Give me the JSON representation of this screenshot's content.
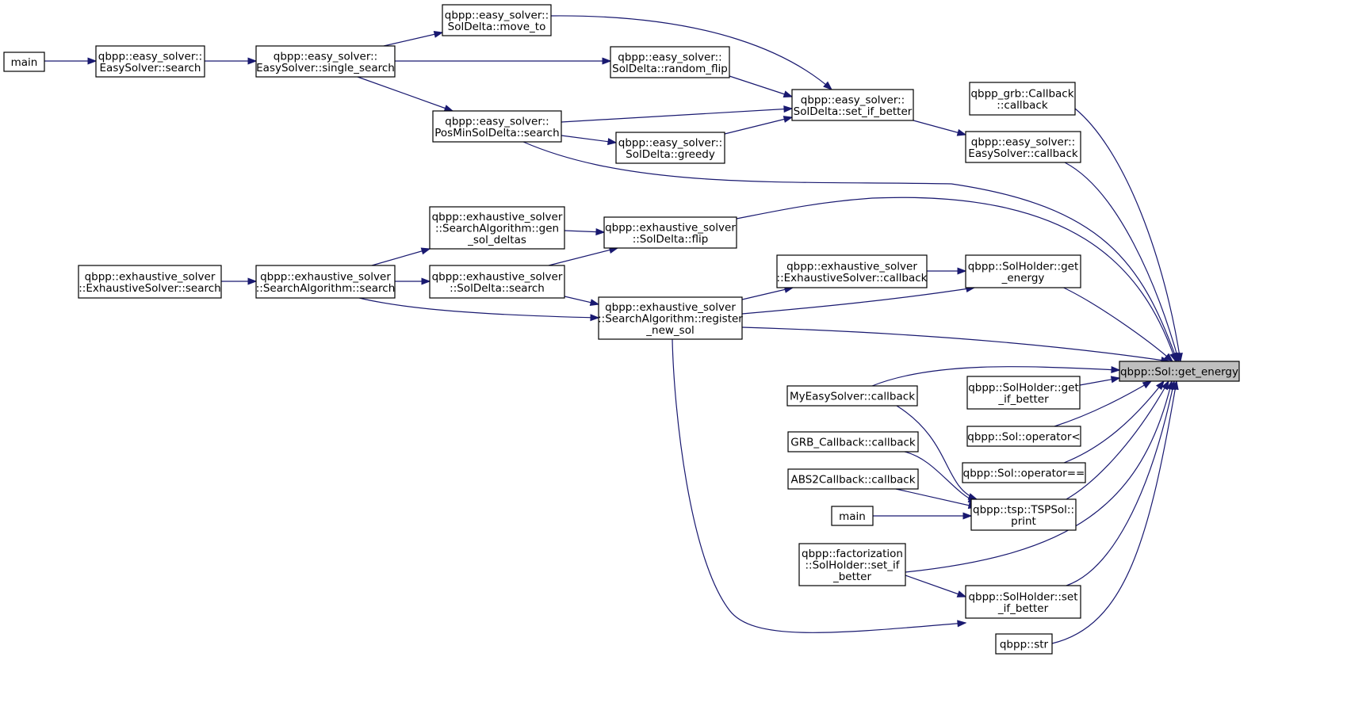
{
  "colors": {
    "edge": "#191970",
    "node_border": "#000000",
    "focus_fill": "#bfbfbf",
    "background": "#ffffff"
  },
  "nodes": {
    "main_top": {
      "lines": [
        "main"
      ]
    },
    "es_search": {
      "lines": [
        "qbpp::easy_solver::",
        "EasySolver::search"
      ]
    },
    "es_single": {
      "lines": [
        "qbpp::easy_solver::",
        "EasySolver::single_search"
      ]
    },
    "sd_move_to": {
      "lines": [
        "qbpp::easy_solver::",
        "SolDelta::move_to"
      ]
    },
    "sd_random_flip": {
      "lines": [
        "qbpp::easy_solver::",
        "SolDelta::random_flip"
      ]
    },
    "pmsd_search": {
      "lines": [
        "qbpp::easy_solver::",
        "PosMinSolDelta::search"
      ]
    },
    "sd_greedy": {
      "lines": [
        "qbpp::easy_solver::",
        "SolDelta::greedy"
      ]
    },
    "sd_set_if_better": {
      "lines": [
        "qbpp::easy_solver::",
        "SolDelta::set_if_better"
      ]
    },
    "grb_cb_callback": {
      "lines": [
        "qbpp_grb::Callback",
        "::callback"
      ]
    },
    "es_callback": {
      "lines": [
        "qbpp::easy_solver::",
        "EasySolver::callback"
      ]
    },
    "ex_solver_search": {
      "lines": [
        "qbpp::exhaustive_solver",
        "::ExhaustiveSolver::search"
      ]
    },
    "sa_search": {
      "lines": [
        "qbpp::exhaustive_solver",
        "::SearchAlgorithm::search"
      ]
    },
    "sa_gen": {
      "lines": [
        "qbpp::exhaustive_solver",
        "::SearchAlgorithm::gen",
        "_sol_deltas"
      ]
    },
    "ex_sd_search": {
      "lines": [
        "qbpp::exhaustive_solver",
        "::SolDelta::search"
      ]
    },
    "ex_sd_flip": {
      "lines": [
        "qbpp::exhaustive_solver",
        "::SolDelta::flip"
      ]
    },
    "sa_register": {
      "lines": [
        "qbpp::exhaustive_solver",
        "::SearchAlgorithm::register",
        "_new_sol"
      ]
    },
    "ex_callback": {
      "lines": [
        "qbpp::exhaustive_solver",
        "::ExhaustiveSolver::callback"
      ]
    },
    "sh_get_energy": {
      "lines": [
        "qbpp::SolHolder::get",
        "_energy"
      ]
    },
    "sol_get_energy": {
      "lines": [
        "qbpp::Sol::get_energy"
      ]
    },
    "my_es_callback": {
      "lines": [
        "MyEasySolver::callback"
      ]
    },
    "sh_get_if_better": {
      "lines": [
        "qbpp::SolHolder::get",
        "_if_better"
      ]
    },
    "sol_lt": {
      "lines": [
        "qbpp::Sol::operator<"
      ]
    },
    "grb_callback": {
      "lines": [
        "GRB_Callback::callback"
      ]
    },
    "sol_eq": {
      "lines": [
        "qbpp::Sol::operator=="
      ]
    },
    "abs2_callback": {
      "lines": [
        "ABS2Callback::callback"
      ]
    },
    "main_bottom": {
      "lines": [
        "main"
      ]
    },
    "tsp_print": {
      "lines": [
        "qbpp::tsp::TSPSol::",
        "print"
      ]
    },
    "fact_set_if_better": {
      "lines": [
        "qbpp::factorization",
        "::SolHolder::set_if",
        "_better"
      ]
    },
    "sh_set_if_better": {
      "lines": [
        "qbpp::SolHolder::set",
        "_if_better"
      ]
    },
    "str": {
      "lines": [
        "qbpp::str"
      ]
    }
  },
  "edges": [
    {
      "from": "es_search",
      "to": "main_top"
    },
    {
      "from": "es_single",
      "to": "es_search"
    },
    {
      "from": "sd_move_to",
      "to": "es_single"
    },
    {
      "from": "sd_random_flip",
      "to": "es_single"
    },
    {
      "from": "pmsd_search",
      "to": "es_single"
    },
    {
      "from": "sd_set_if_better",
      "to": "sd_move_to"
    },
    {
      "from": "sd_set_if_better",
      "to": "sd_random_flip"
    },
    {
      "from": "sd_set_if_better",
      "to": "pmsd_search"
    },
    {
      "from": "sd_set_if_better",
      "to": "sd_greedy"
    },
    {
      "from": "sd_greedy",
      "to": "pmsd_search"
    },
    {
      "from": "es_callback",
      "to": "sd_set_if_better"
    },
    {
      "from": "sa_search",
      "to": "ex_solver_search"
    },
    {
      "from": "sa_gen",
      "to": "sa_search"
    },
    {
      "from": "ex_sd_search",
      "to": "sa_search"
    },
    {
      "from": "ex_sd_flip",
      "to": "sa_gen"
    },
    {
      "from": "ex_sd_flip",
      "to": "ex_sd_search"
    },
    {
      "from": "sa_register",
      "to": "ex_sd_search"
    },
    {
      "from": "sa_register",
      "to": "sa_search"
    },
    {
      "from": "ex_callback",
      "to": "sa_register"
    },
    {
      "from": "sh_get_energy",
      "to": "ex_callback"
    },
    {
      "from": "sh_get_energy",
      "to": "sa_register"
    },
    {
      "from": "tsp_print",
      "to": "my_es_callback"
    },
    {
      "from": "tsp_print",
      "to": "grb_callback"
    },
    {
      "from": "tsp_print",
      "to": "abs2_callback"
    },
    {
      "from": "tsp_print",
      "to": "main_bottom"
    },
    {
      "from": "sh_set_if_better",
      "to": "fact_set_if_better"
    },
    {
      "from": "sh_set_if_better",
      "to": "sa_register"
    },
    {
      "from": "sol_get_energy",
      "to": "grb_cb_callback"
    },
    {
      "from": "sol_get_energy",
      "to": "es_callback"
    },
    {
      "from": "sol_get_energy",
      "to": "pmsd_search"
    },
    {
      "from": "sol_get_energy",
      "to": "ex_sd_flip"
    },
    {
      "from": "sol_get_energy",
      "to": "sh_get_energy"
    },
    {
      "from": "sol_get_energy",
      "to": "sa_register"
    },
    {
      "from": "sol_get_energy",
      "to": "my_es_callback"
    },
    {
      "from": "sol_get_energy",
      "to": "sh_get_if_better"
    },
    {
      "from": "sol_get_energy",
      "to": "sol_lt"
    },
    {
      "from": "sol_get_energy",
      "to": "sol_eq"
    },
    {
      "from": "sol_get_energy",
      "to": "tsp_print"
    },
    {
      "from": "sol_get_energy",
      "to": "fact_set_if_better"
    },
    {
      "from": "sol_get_energy",
      "to": "sh_set_if_better"
    },
    {
      "from": "sol_get_energy",
      "to": "str"
    }
  ]
}
